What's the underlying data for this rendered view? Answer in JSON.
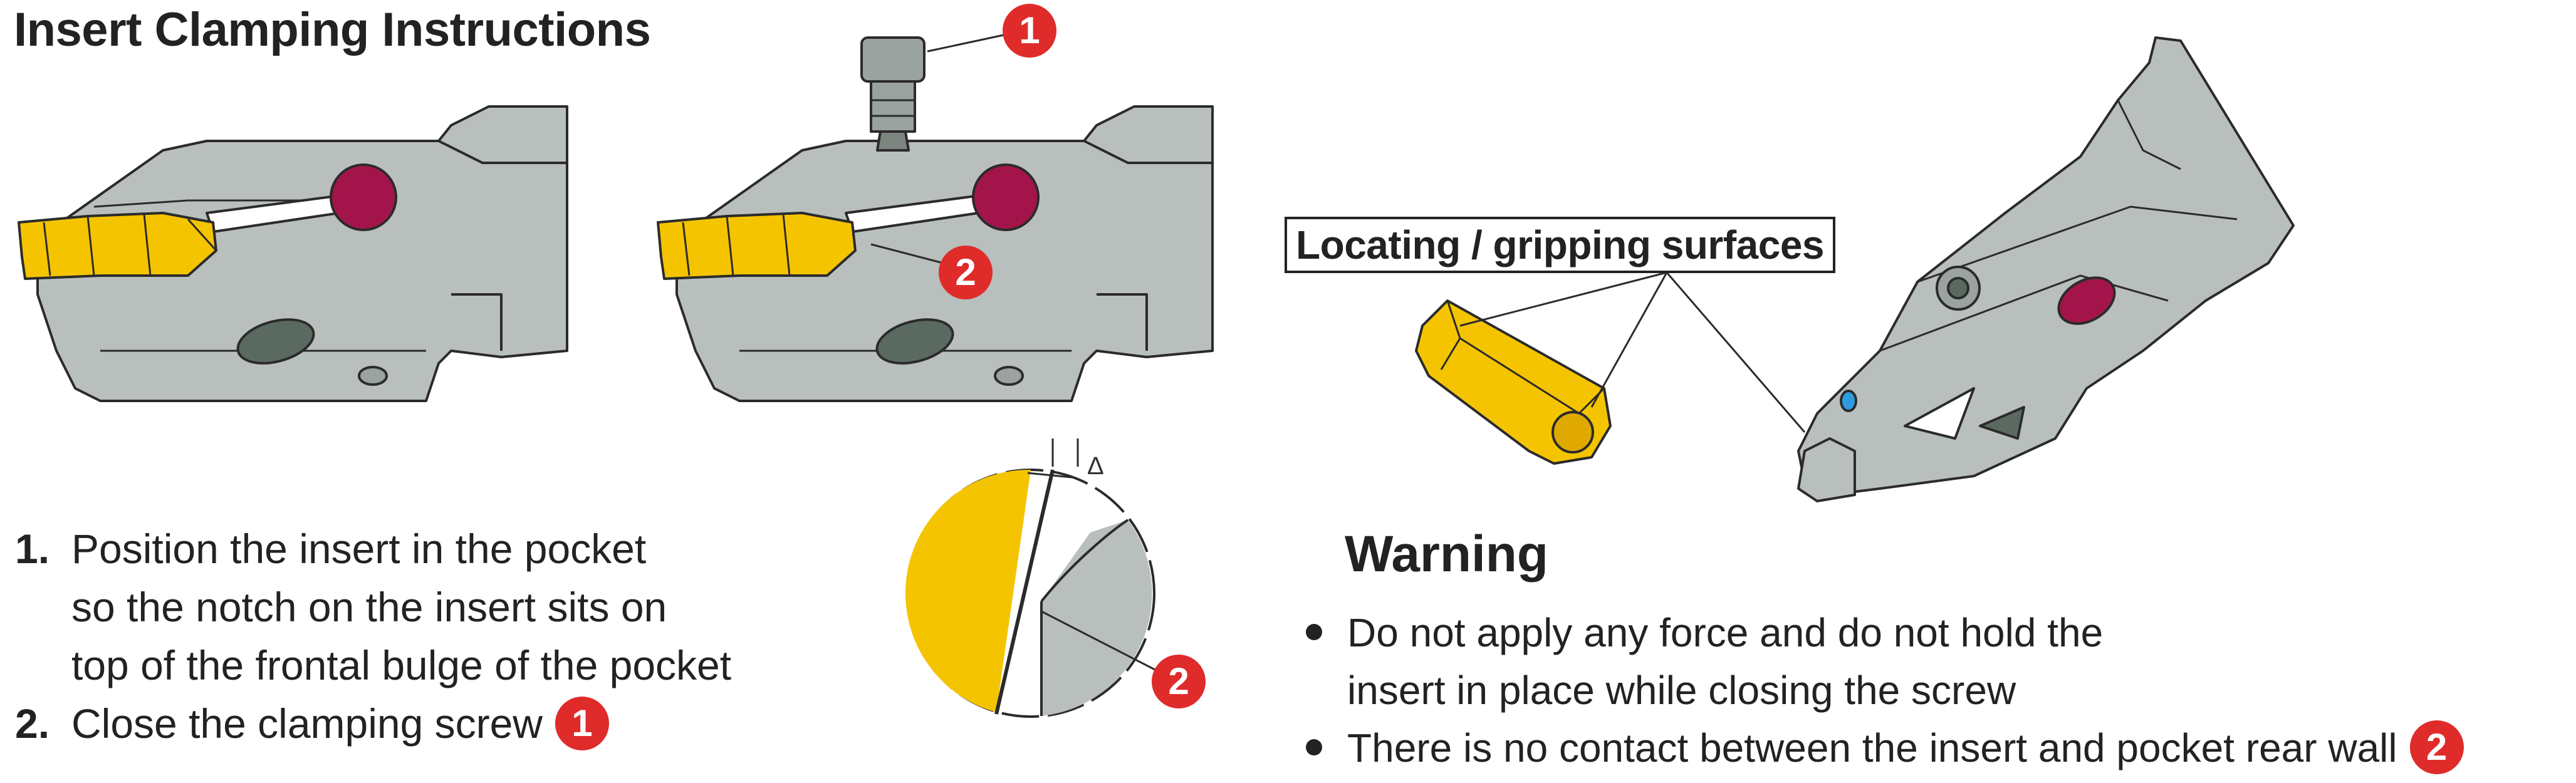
{
  "title": "Insert Clamping Instructions",
  "callouts": {
    "one": "1",
    "two": "2"
  },
  "steps": [
    {
      "number": "1.",
      "lines": [
        "Position the insert in the pocket",
        "so the notch on the insert sits on",
        "top of the frontal bulge of the pocket"
      ]
    },
    {
      "number": "2.",
      "lines": [
        "Close the clamping screw"
      ],
      "badge": "1"
    }
  ],
  "detail": {
    "gap_symbol": "Δ"
  },
  "locating_label": "Locating / gripping surfaces",
  "warning": {
    "title": "Warning",
    "bullets": [
      {
        "lines": [
          "Do not apply any force and do not hold the",
          "insert in place while closing the screw"
        ]
      },
      {
        "lines": [
          "There is no contact between the insert and pocket rear wall"
        ],
        "badge": "2"
      }
    ]
  },
  "colors": {
    "tool_body": "#b9bfbd",
    "tool_outline": "#2b2b2b",
    "insert": "#f5c400",
    "screw_dot": "#a3154a",
    "badge": "#e02b2b",
    "coolant_hole": "#5a6a60",
    "blue_port": "#2e9be0"
  },
  "icons": [
    "callout-badge",
    "bullet-dot"
  ]
}
